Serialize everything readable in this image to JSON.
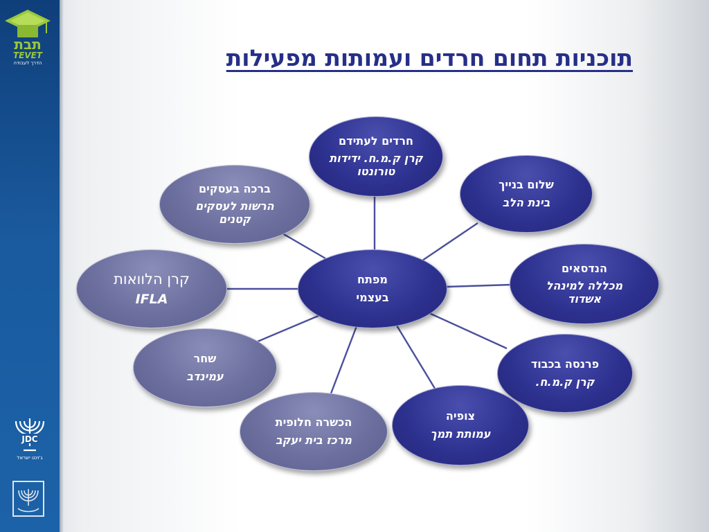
{
  "title": "תוכניות תחום חרדים ועמותות מפעילות",
  "logos": {
    "tevet_hebrew": "תבת",
    "tevet_latin": "TEVET",
    "tevet_sub": "הדרך לעבודה",
    "jdc_name": "JDC",
    "jdc_sub": "ג'וינט ישראל"
  },
  "nodes": {
    "center": {
      "line1": "מפתח",
      "line2": "בעצמי"
    },
    "top": {
      "line1": "חרדים לעתידם",
      "line2": "קרן ק.מ.ח. ידידות טורונטו"
    },
    "top_right": {
      "line1": "שלום בנייך",
      "line2": "בינת הלב"
    },
    "right": {
      "line1": "הנדסאים",
      "line2": "מכללה למינהל אשדוד"
    },
    "bottom_right": {
      "line1": "פרנסה בכבוד",
      "line2": "קרן ק.מ.ח."
    },
    "bottom_mid_right": {
      "line1": "צופיה",
      "line2": "עמותת תמך"
    },
    "bottom_mid_left": {
      "line1": "הכשרה חלופית",
      "line2": "מרכז בית יעקב"
    },
    "bottom_left": {
      "line1": "שחר",
      "line2": "עמינדב"
    },
    "left": {
      "line1": "קרן הלוואות",
      "line2": "IFLA"
    },
    "top_left": {
      "line1": "ברכה בעסקים",
      "line2": "הרשות לעסקים קטנים"
    }
  },
  "colors": {
    "title": "#262f87",
    "node_dark": "#2e3290",
    "node_gray": "#6d709f",
    "connector": "#4b4f9c",
    "sidebar": "#1a5a9e"
  }
}
